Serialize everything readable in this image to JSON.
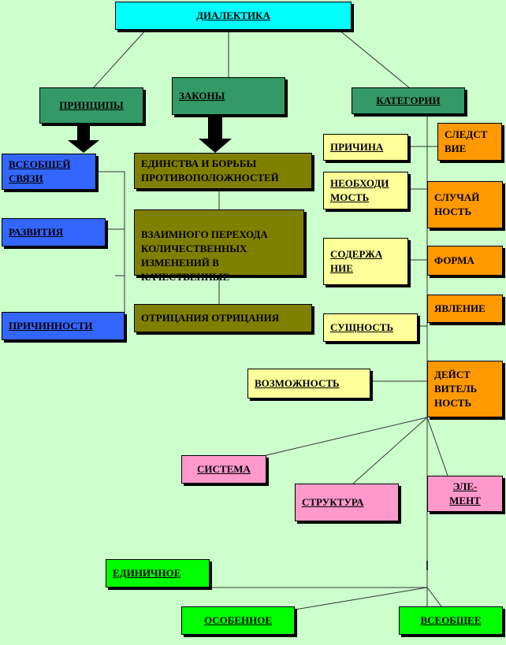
{
  "title": "ДИАЛЕКТИКА",
  "branches": {
    "principles": "ПРИНЦИПЫ",
    "laws": "ЗАКОНЫ",
    "categories": "КАТЕГОРИИ"
  },
  "principles": [
    "ВСЕОБЩЕЙ СВЯЗИ",
    "РАЗВИТИЯ",
    "ПРИЧИННОСТИ"
  ],
  "laws": [
    "ЕДИНСТВА  И БОРЬБЫ ПРОТИВОПОЛОЖНОСТЕЙ",
    "ВЗАИМНОГО ПЕРЕХОДА КОЛИЧЕСТВЕННЫХ ИЗМЕНЕНИЙ  В КАЧЕСТВЕННЫЕ",
    "ОТРИЦАНИЯ  ОТРИЦАНИЯ"
  ],
  "category_pairs": [
    {
      "left": "ПРИЧИНА",
      "right": "СЛЕДСТ\nВИЕ"
    },
    {
      "left": "НЕОБХОДИ\nМОСТЬ",
      "right": "СЛУЧАЙ\nНОСТЬ"
    },
    {
      "left": "СОДЕРЖА\nНИЕ",
      "right": "ФОРМА"
    },
    {
      "left": "СУЩНОСТЬ",
      "right": "ЯВЛЕНИЕ"
    },
    {
      "left": "ВОЗМОЖНОСТЬ",
      "right": "ДЕЙСТ\nВИТЕЛЬ\nНОСТЬ"
    }
  ],
  "system_group": [
    "СИСТЕМА",
    "СТРУКТУРА",
    "ЭЛЕ-\nМЕНТ"
  ],
  "generality_group": [
    "ЕДИНИЧНОЕ",
    "ОСОБЕННОЕ",
    "ВСЕОБЩЕЕ"
  ]
}
